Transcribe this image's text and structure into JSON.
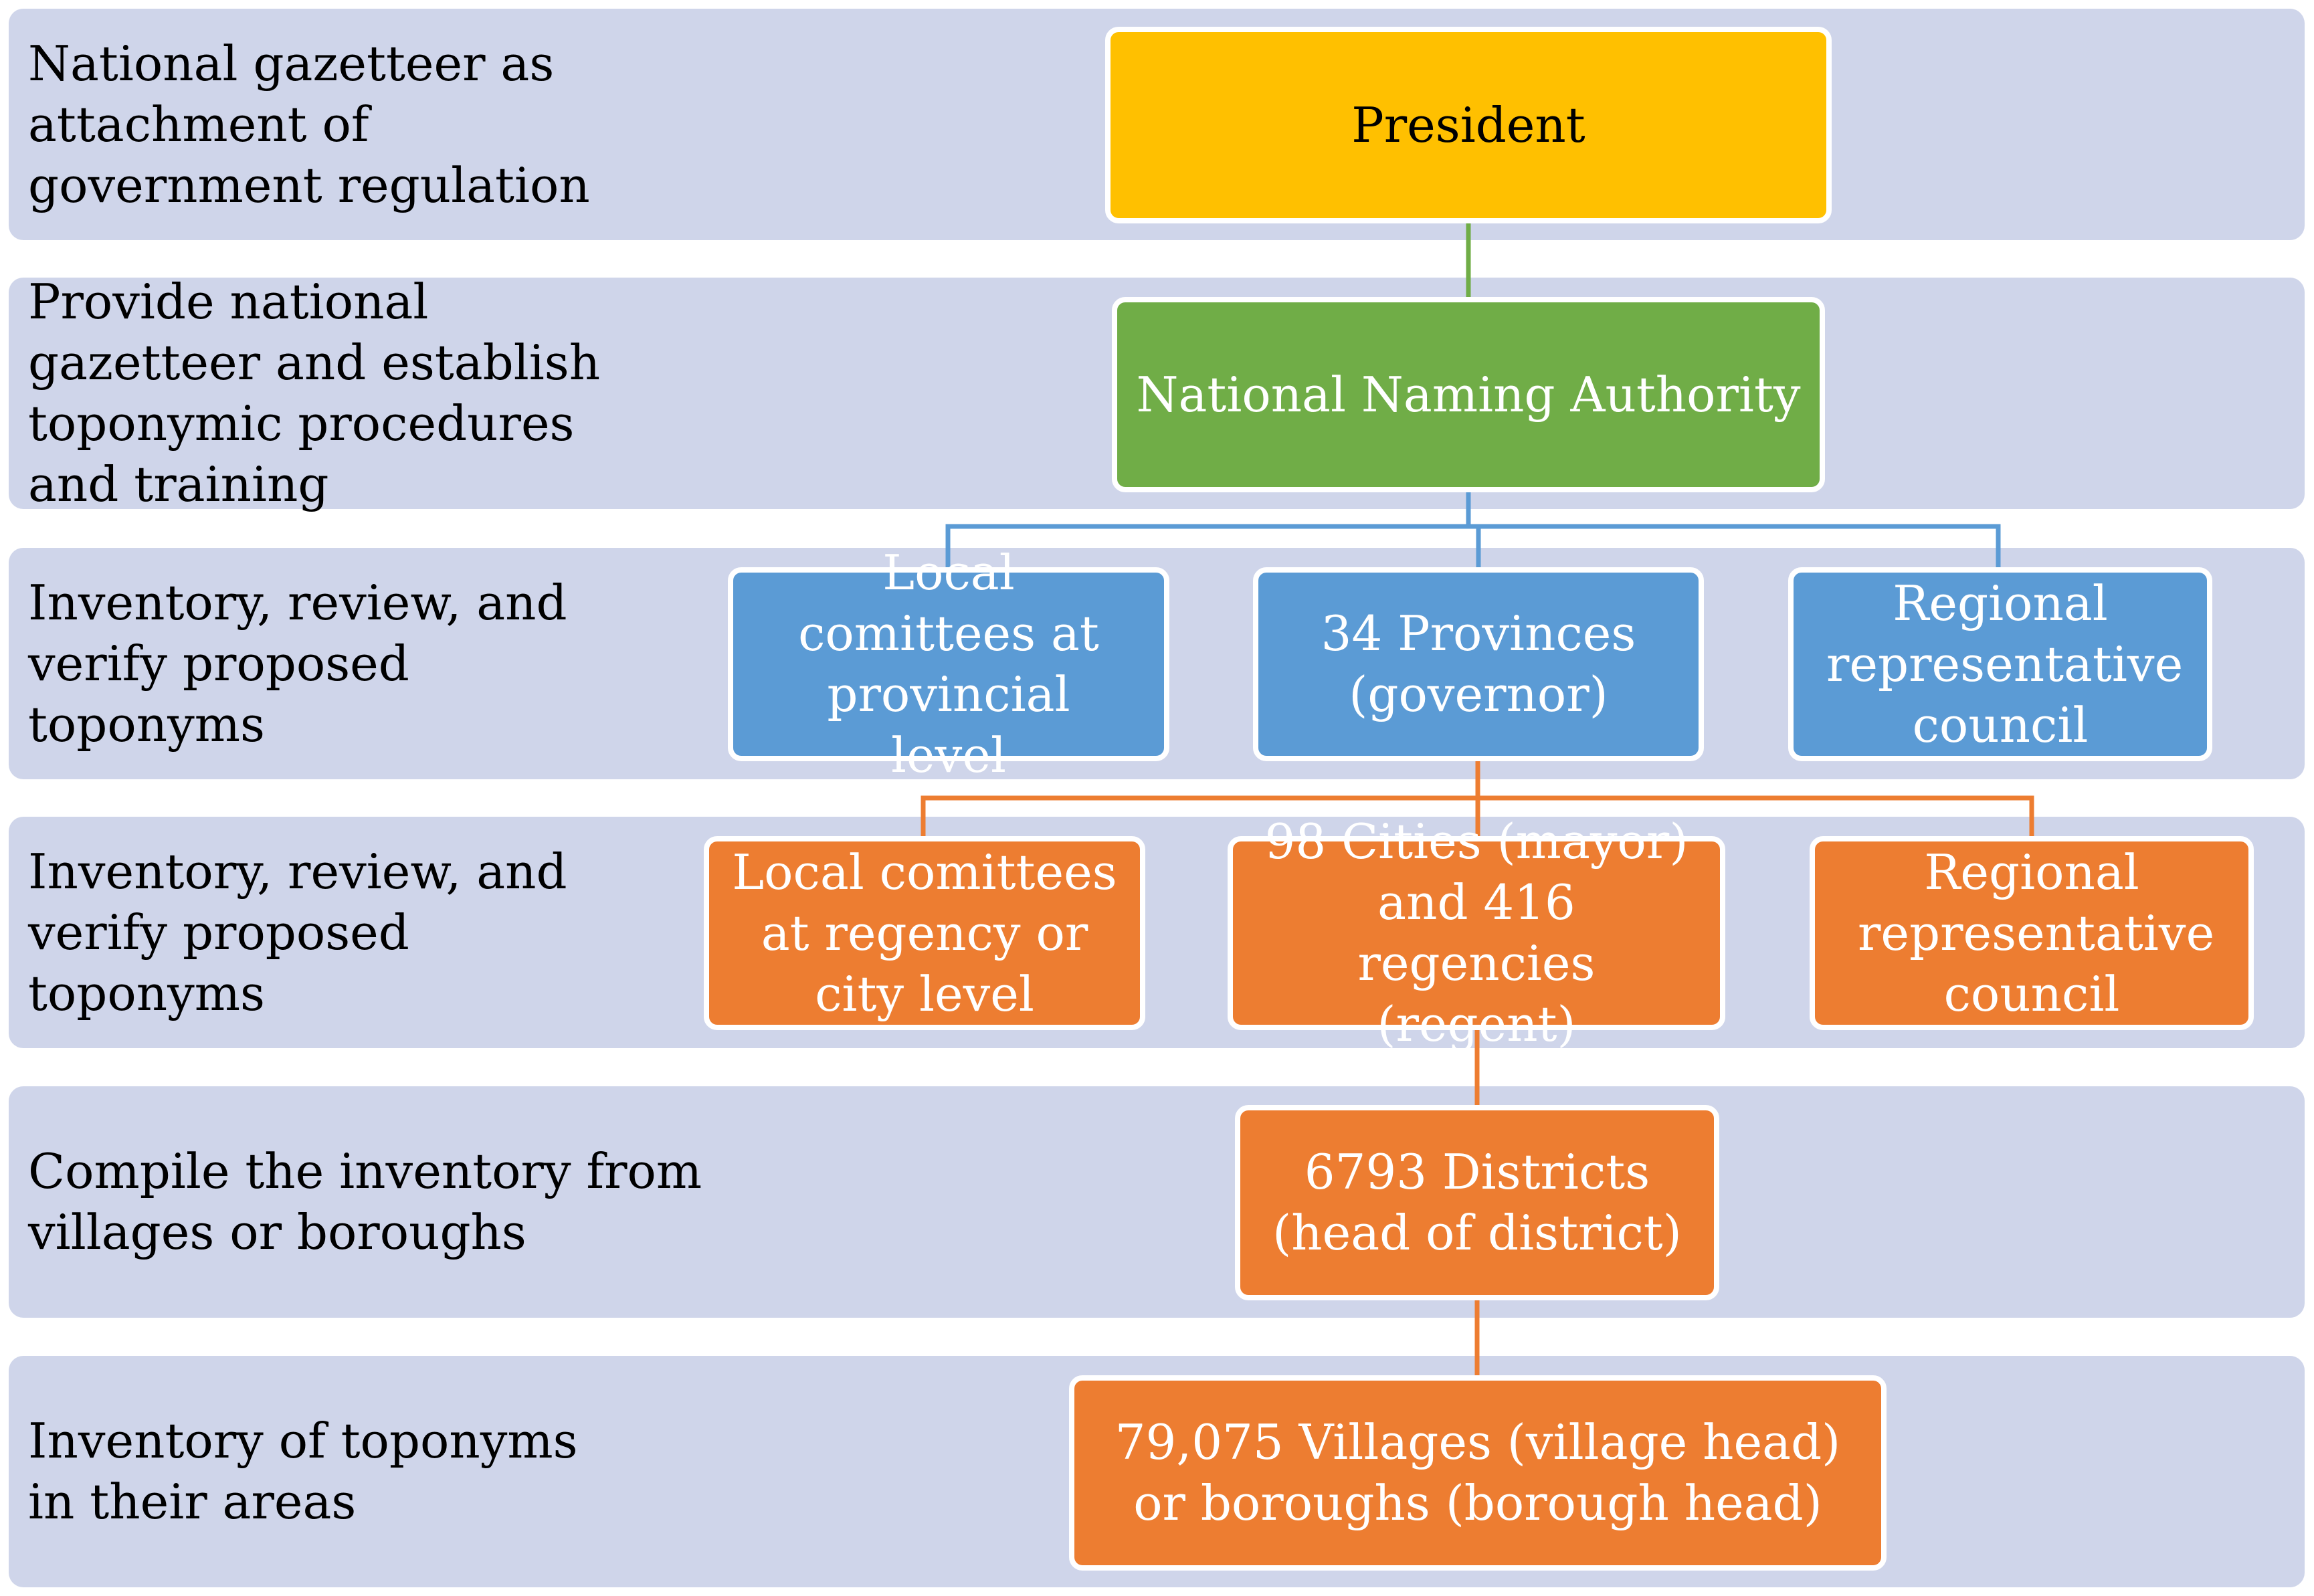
{
  "bands": [
    {
      "label": "National gazetteer as attachment of government regulation"
    },
    {
      "label": "Provide national gazetteer and establish toponymic procedures and training"
    },
    {
      "label": "Inventory, review, and verify proposed toponyms"
    },
    {
      "label": "Inventory, review, and verify proposed toponyms"
    },
    {
      "label": "Compile the inventory from villages or boroughs"
    },
    {
      "label": "Inventory of toponyms in their areas"
    }
  ],
  "nodes": {
    "president": "President",
    "naming_authority": "National Naming Authority",
    "provincial_committees": "Local comittees at provincial level",
    "provinces": "34 Provinces (governor)",
    "provincial_council": "Regional representative council",
    "regency_committees": "Local comittees at regency or city level",
    "cities_regencies": "98 Cities (mayor) and 416 regencies (regent)",
    "regency_council": "Regional representative council",
    "districts": "6793 Districts (head of district)",
    "villages": "79,075 Villages (village head) or boroughs (borough head)"
  },
  "colors": {
    "band": "#cfd5ea",
    "president": "#ffc000",
    "naming_authority": "#70ad47",
    "province_level": "#5b9bd5",
    "regency_level": "#ed7d31",
    "connector_green": "#70ad47",
    "connector_blue": "#5b9bd5",
    "connector_orange": "#ed7d31"
  }
}
